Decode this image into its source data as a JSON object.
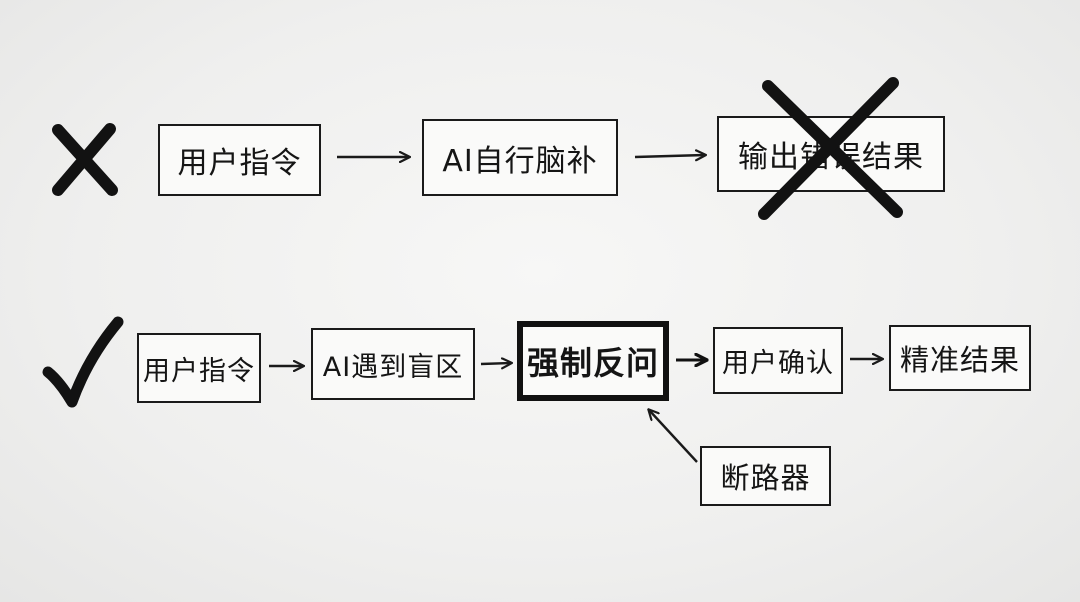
{
  "rows": {
    "wrong": {
      "marker": {
        "icon": "cross-mark-icon"
      },
      "nodes": [
        {
          "id": "wrong-user-command",
          "label": "用户指令"
        },
        {
          "id": "wrong-ai-guess",
          "label": "AI自行脑补"
        },
        {
          "id": "wrong-output",
          "label": "输出错误结果",
          "crossed": true
        }
      ]
    },
    "right": {
      "marker": {
        "icon": "check-mark-icon"
      },
      "nodes": [
        {
          "id": "right-user-command",
          "label": "用户指令"
        },
        {
          "id": "right-ai-blindspot",
          "label": "AI遇到盲区"
        },
        {
          "id": "right-forced-question",
          "label": "强制反问",
          "emphasized": true
        },
        {
          "id": "right-user-confirm",
          "label": "用户确认"
        },
        {
          "id": "right-precise-result",
          "label": "精准结果"
        }
      ],
      "annotation": {
        "label": "断路器",
        "points_to": "right-forced-question"
      }
    }
  },
  "colors": {
    "ink": "#1a1a1a",
    "paper": "#f1f1f0"
  }
}
